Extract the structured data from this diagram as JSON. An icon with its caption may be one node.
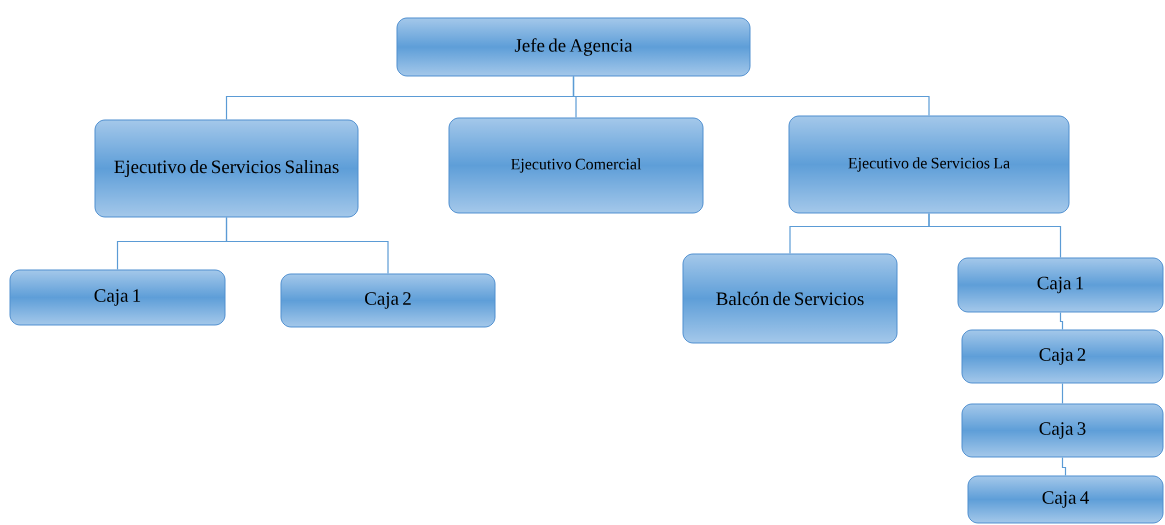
{
  "diagram": {
    "nodes": [
      {
        "text": [
          "Jefe de Agencia"
        ]
      },
      {
        "text": [
          "Ejecutivo de Servicios Salinas"
        ]
      },
      {
        "text": [
          "Ejecutivo Comercial"
        ]
      },
      {
        "text": [
          "Ejecutivo de Servicios La"
        ]
      },
      {
        "text": [
          "Caja 1"
        ]
      },
      {
        "text": [
          "Caja 2"
        ]
      },
      {
        "text": [
          "Balcón de Servicios"
        ]
      },
      {
        "text": [
          "Caja 1"
        ]
      },
      {
        "text": [
          "Caja 2"
        ]
      },
      {
        "text": [
          "Caja 3"
        ]
      },
      {
        "text": [
          "Caja 4"
        ]
      }
    ],
    "edges": [
      {
        "from": 0,
        "to": 1,
        "arrow": "none"
      },
      {
        "from": 0,
        "to": 2,
        "arrow": "none"
      },
      {
        "from": 0,
        "to": 3,
        "arrow": "none"
      },
      {
        "from": 1,
        "to": 4,
        "arrow": "none"
      },
      {
        "from": 1,
        "to": 5,
        "arrow": "none"
      },
      {
        "from": 3,
        "to": 6,
        "arrow": "none"
      },
      {
        "from": 3,
        "to": 7,
        "arrow": "none"
      },
      {
        "from": 7,
        "to": 8,
        "arrow": "none"
      },
      {
        "from": 8,
        "to": 9,
        "arrow": "none"
      },
      {
        "from": 9,
        "to": 10,
        "arrow": "none"
      }
    ]
  }
}
